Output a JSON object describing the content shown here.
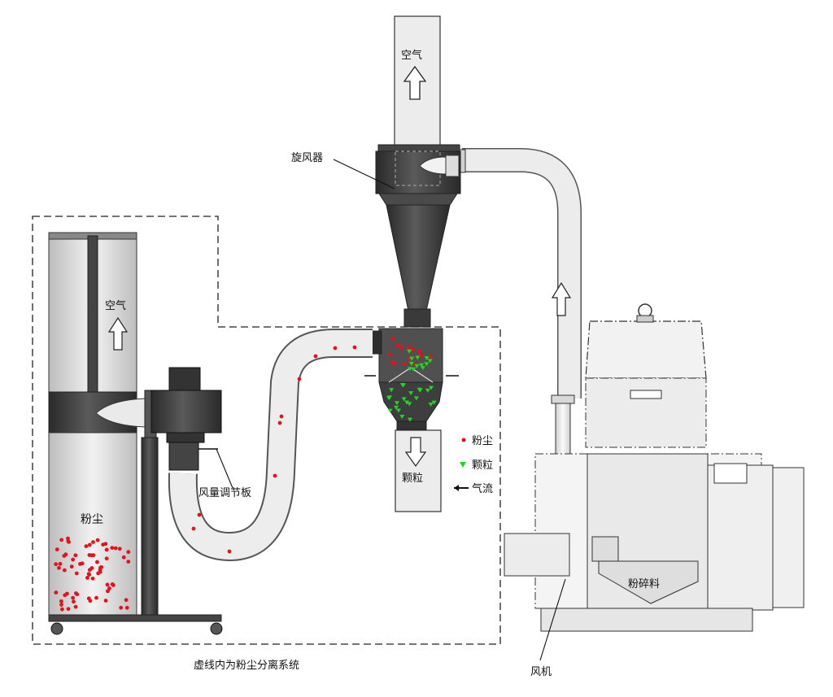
{
  "labels": {
    "air_top": "空气",
    "air_left": "空气",
    "cyclone": "旋风器",
    "damper": "风量调节板",
    "dust_bin": "粉尘",
    "granules_bin": "颗粒",
    "crushed": "粉碎料",
    "fan": "风机",
    "dashed_caption": "虚线内为粉尘分离系统"
  },
  "legend": {
    "dust": "粉尘",
    "granules": "颗粒",
    "airflow": "气流"
  },
  "colors": {
    "dust_dot": "#e8101a",
    "granule": "#21d821",
    "dark_metal": "#3a3a3a",
    "light_metal": "#d7d7d7",
    "pipe": "#e6e6e6"
  }
}
